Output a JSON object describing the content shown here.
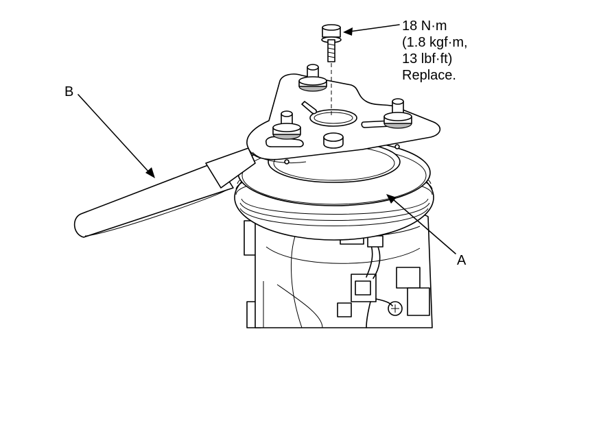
{
  "labels": {
    "a": "A",
    "b": "B"
  },
  "torque_note": {
    "line1": "18 N·m",
    "line2": "(1.8 kgf·m,",
    "line3": "13 lbf·ft)",
    "line4": "Replace."
  }
}
